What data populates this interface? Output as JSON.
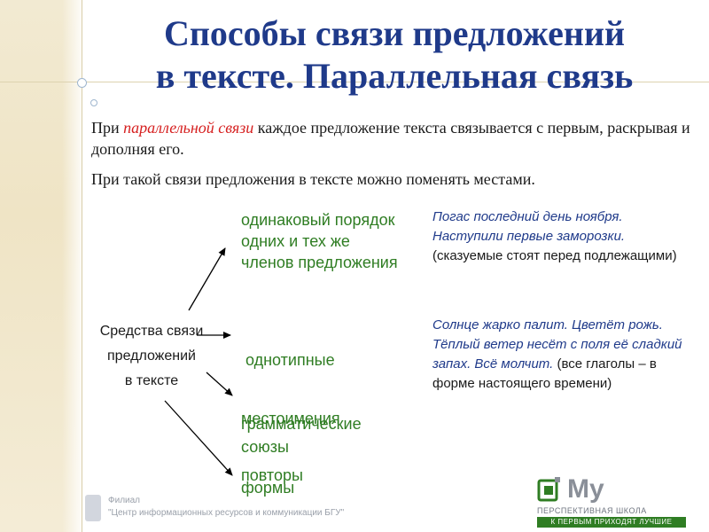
{
  "title": {
    "line1": "Способы связи предложений",
    "line2": "в тексте. Параллельная связь"
  },
  "intro": {
    "p1_before": "При ",
    "p1_highlight": "параллельной связи",
    "p1_after": " каждое предложение текста связывается с первым, раскрывая и дополняя его.",
    "p2": "При такой связи предложения в тексте можно поменять местами."
  },
  "means": {
    "line1": "Средства связи",
    "line2": "предложений",
    "line3": "в тексте"
  },
  "branches": {
    "order": {
      "line1": "одинаковый порядок",
      "line2": "одних и тех же",
      "line3": "членов предложения"
    },
    "forms": {
      "line1": " однотипные",
      "line2": "грамматические",
      "line3": "формы"
    },
    "pronouns": "местоимения",
    "conjunctions": "союзы",
    "repetitions": "повторы"
  },
  "examples": {
    "ex1_italic": "Погас последний день ноября. Наступили первые заморозки.",
    "ex1_note": "(сказуемые стоят перед подлежащими)",
    "ex2_italic": "Солнце жарко палит. Цветёт рожь. Тёплый ветер несёт с поля её сладкий запах. Всё молчит.",
    "ex2_note": " (все глаголы – в форме настоящего времени)"
  },
  "footer": {
    "branch_line1": "Филиал",
    "branch_line2": "\"Центр информационных ресурсов и коммуникации БГУ\""
  },
  "logo": {
    "text": "My",
    "slogan": "ПЕРСПЕКТИВНАЯ ШКОЛА",
    "bar": "К ПЕРВЫМ ПРИХОДЯТ ЛУЧШИЕ"
  },
  "colors": {
    "title": "#1f3a8a",
    "highlight": "#d62020",
    "green_text": "#2f7d23",
    "example_italic": "#1f3a8a",
    "band": "#f2ead2"
  }
}
